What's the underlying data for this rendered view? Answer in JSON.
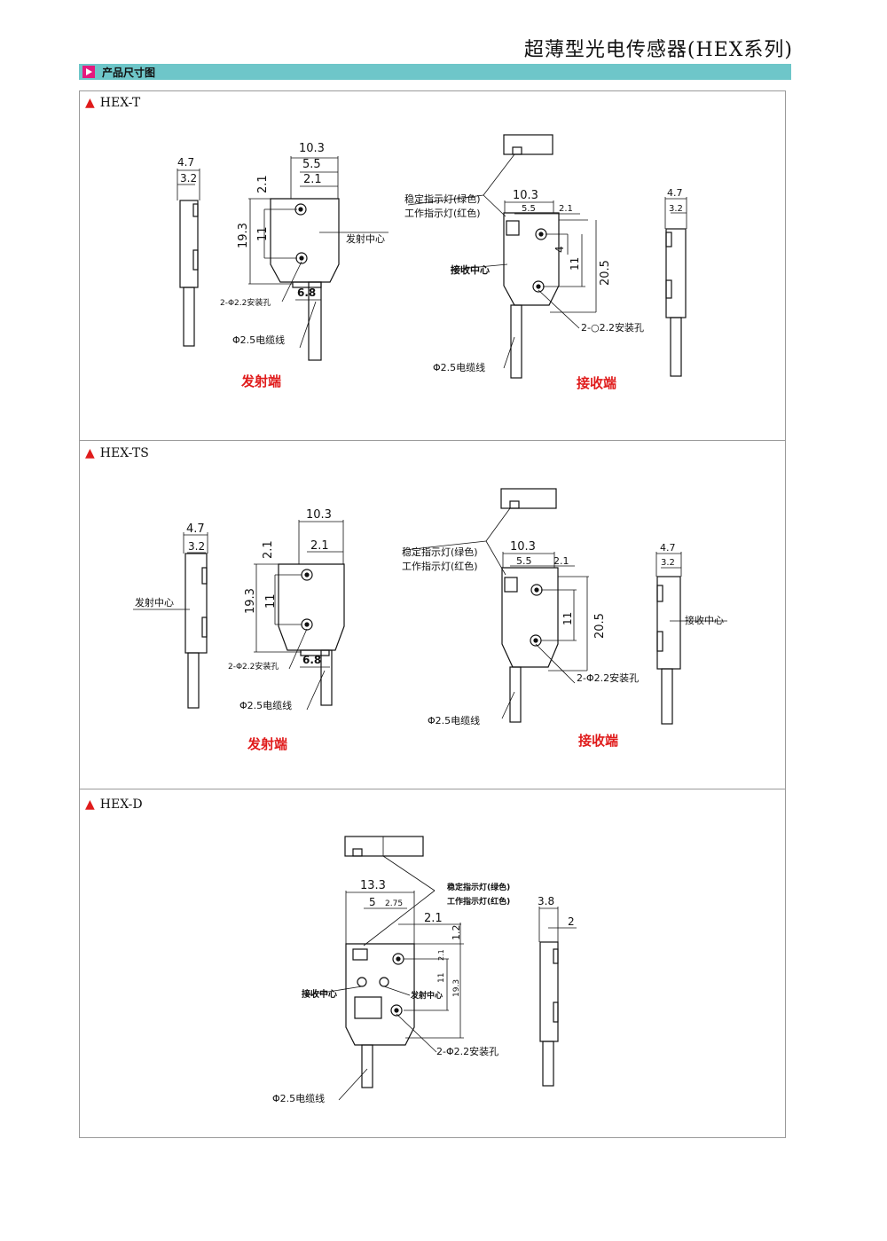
{
  "page_title": "超薄型光电传感器(HEX系列)",
  "section_label": "产品尺寸图",
  "panels": [
    {
      "name": "HEX-T",
      "emitter_label": "发射端",
      "receiver_label": "接收端",
      "dims": {
        "d47": "4.7",
        "d32": "3.2",
        "d103": "10.3",
        "d55": "5.5",
        "d21": "2.1",
        "d193": "19.3",
        "d11": "11",
        "d68": "6.8",
        "d4": "4",
        "d205": "20.5"
      },
      "notes": {
        "emit_center": "发射中心",
        "hole": "2-Φ2.2安装孔",
        "cable": "Φ2.5电缆线",
        "stable": "稳定指示灯(绿色)",
        "work": "工作指示灯(红色)",
        "recv_center": "接收中心",
        "hole2": "2-○2.2安装孔"
      }
    },
    {
      "name": "HEX-TS",
      "emitter_label": "发射端",
      "receiver_label": "接收端",
      "dims": {
        "d47": "4.7",
        "d32": "3.2",
        "d103": "10.3",
        "d21": "2.1",
        "d193": "19.3",
        "d11": "11",
        "d68": "6.8",
        "d55": "5.5",
        "d205": "20.5"
      },
      "notes": {
        "emit_center": "发射中心",
        "hole": "2-Φ2.2安装孔",
        "cable": "Φ2.5电缆线",
        "stable": "稳定指示灯(绿色)",
        "work": "工作指示灯(红色)",
        "recv_center": "接收中心",
        "hole2": "2-Φ2.2安装孔",
        "cable2": "Φ2.5电缆线"
      }
    },
    {
      "name": "HEX-D",
      "dims": {
        "d133": "13.3",
        "d5": "5",
        "d275": "2.75",
        "d21": "2.1",
        "d12": "1.2",
        "d21s": "2.1",
        "d11": "11",
        "d193": "19.3",
        "d38": "3.8",
        "d2": "2"
      },
      "notes": {
        "stable": "稳定指示灯(绿色)",
        "work": "工作指示灯(红色)",
        "recv_center": "接收中心",
        "emit_center": "发射中心",
        "hole": "2-Φ2.2安装孔",
        "cable": "Φ2.5电缆线"
      }
    }
  ]
}
